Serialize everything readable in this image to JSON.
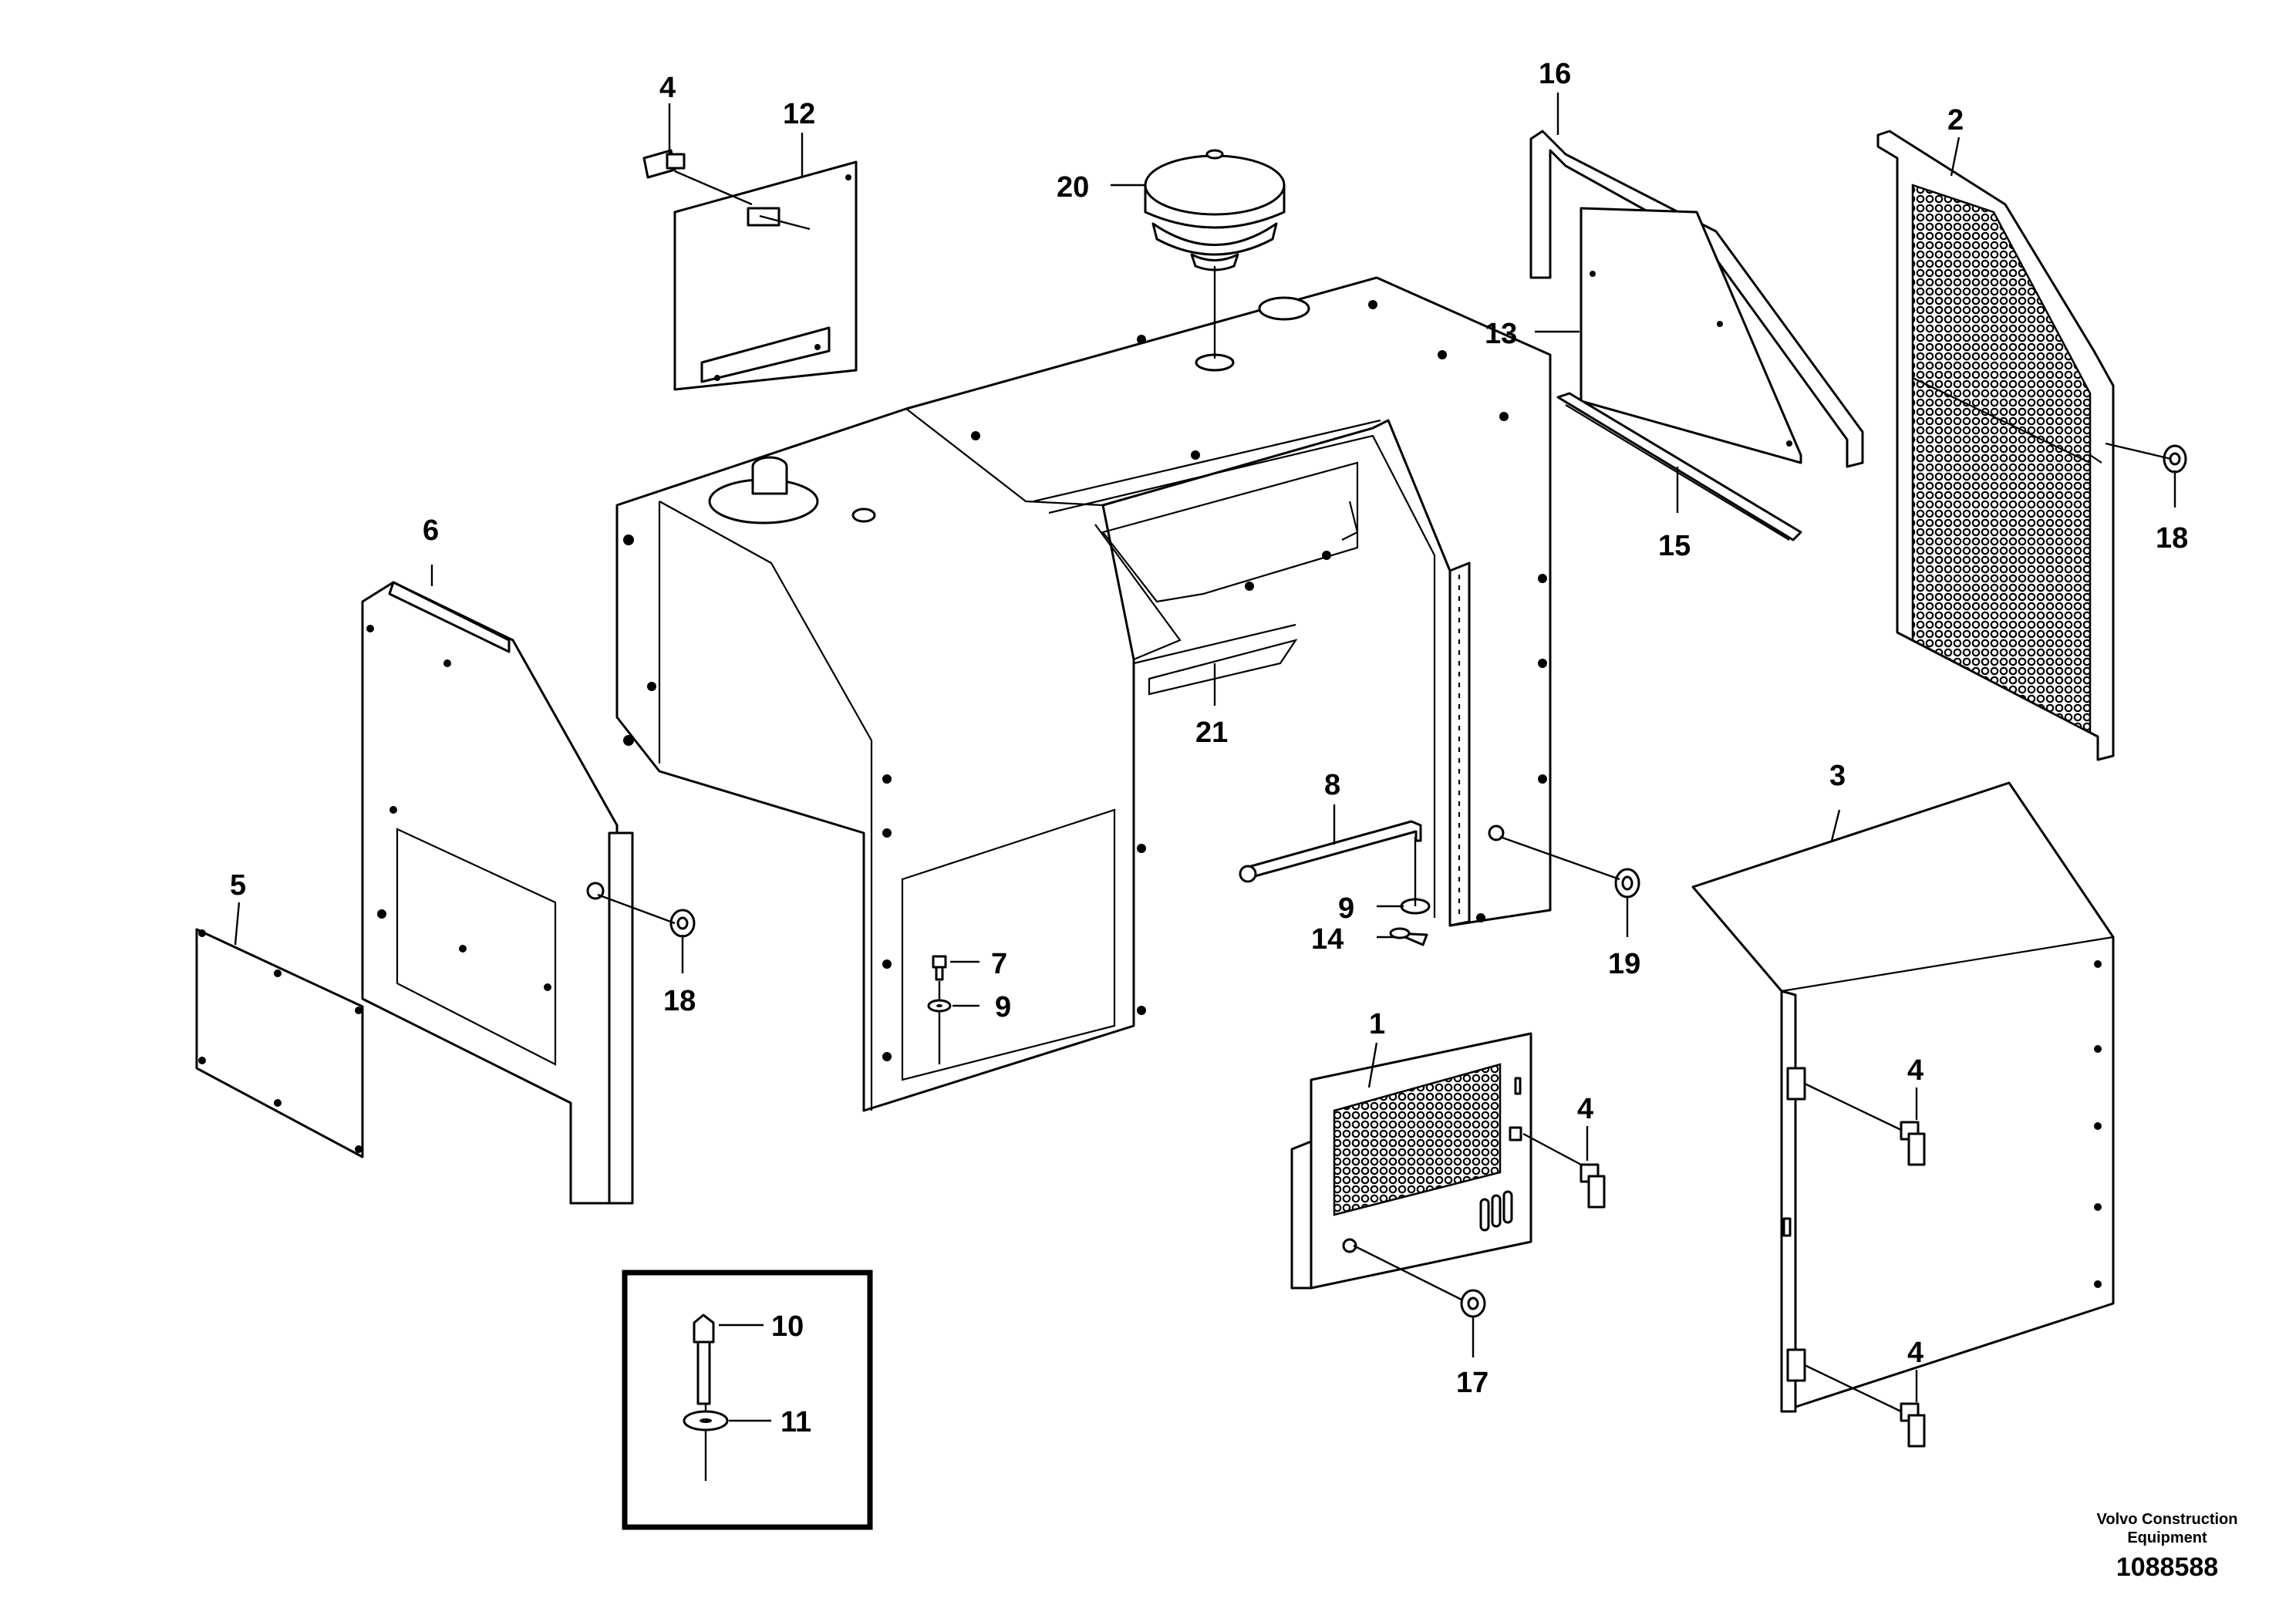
{
  "diagram": {
    "callouts": {
      "c1": "1",
      "c2": "2",
      "c3": "3",
      "c4a": "4",
      "c4b": "4",
      "c4c": "4",
      "c4d": "4",
      "c5": "5",
      "c6": "6",
      "c7": "7",
      "c8": "8",
      "c9a": "9",
      "c9b": "9",
      "c10": "10",
      "c11": "11",
      "c12": "12",
      "c13": "13",
      "c14": "14",
      "c15": "15",
      "c16": "16",
      "c17": "17",
      "c18a": "18",
      "c18b": "18",
      "c19": "19",
      "c20": "20",
      "c21": "21"
    }
  },
  "footer": {
    "manufacturer": "Volvo Construction Equipment",
    "drawing_number": "1088588"
  }
}
